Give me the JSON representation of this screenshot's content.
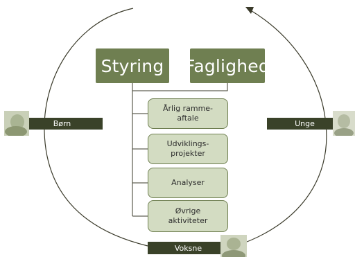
{
  "diagram": {
    "top_boxes": [
      {
        "label": "Styring"
      },
      {
        "label": "Faglighed"
      }
    ],
    "sub_boxes": [
      {
        "label": "Årlig ramme-\naftale"
      },
      {
        "label": "Udviklings-\nprojekter"
      },
      {
        "label": "Analyser"
      },
      {
        "label": "Øvrige\naktiviteter"
      }
    ],
    "life_stages": {
      "left": "Børn",
      "right": "Unge",
      "bottom": "Voksne"
    }
  },
  "colors": {
    "dark_green": "#6f7f51",
    "light_green": "#d3dcc2",
    "label_bar": "#3a4229",
    "circle_line": "#3a3a2a"
  },
  "icons": [
    "child-photo-icon",
    "teen-photo-icon",
    "adult-photo-icon",
    "cycle-arrow-icon"
  ]
}
